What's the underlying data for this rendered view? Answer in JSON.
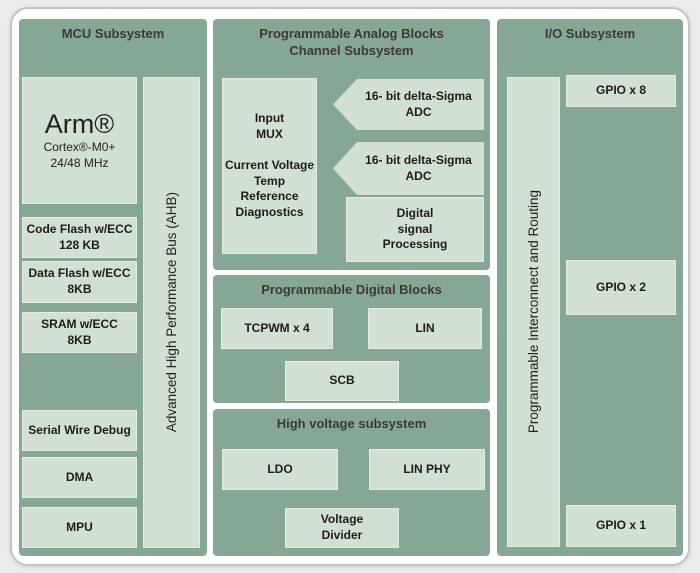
{
  "colors": {
    "page_bg": "#ebebeb",
    "frame_bg": "#ffffff",
    "frame_border": "#c4c4c4",
    "panel_bg": "#86a795",
    "block_bg": "#d2dfd3",
    "block_border": "#e4ece4",
    "label_text": "#1c1c1c",
    "title_text": "#3a3a3a"
  },
  "mcu": {
    "title": "MCU Subsystem",
    "cpu": {
      "name": "Arm®",
      "core": "Cortex®-M0+",
      "clock": "24/48 MHz"
    },
    "blocks": [
      {
        "label": "Code Flash w/ECC\n128 KB"
      },
      {
        "label": "Data Flash w/ECC\n8KB"
      },
      {
        "label": "SRAM w/ECC\n8KB"
      },
      {
        "label": "Serial Wire Debug"
      },
      {
        "label": "DMA"
      },
      {
        "label": "MPU"
      }
    ],
    "bus_label": "Advanced High Performance Bus (AHB)"
  },
  "analog": {
    "title": "Programmable Analog Blocks\nChannel Subsystem",
    "input_mux_label": "Input\nMUX\n\nCurrent Voltage\nTemp\nReference\nDiagnostics",
    "adc1_label": "16- bit delta-Sigma\nADC",
    "adc2_label": "16- bit delta-Sigma\nADC",
    "dsp_label": "Digital\nsignal\nProcessing"
  },
  "digital": {
    "title": "Programmable Digital Blocks",
    "blocks": [
      {
        "label": "TCPWM x 4"
      },
      {
        "label": "LIN"
      },
      {
        "label": "SCB"
      }
    ]
  },
  "high_voltage": {
    "title": "High voltage subsystem",
    "blocks": [
      {
        "label": "LDO"
      },
      {
        "label": "LIN PHY"
      },
      {
        "label": "Voltage\nDivider"
      }
    ]
  },
  "io": {
    "title": "I/O Subsystem",
    "routing_label": "Programmable Interconnect and Routing",
    "gpio": [
      {
        "label": "GPIO x 8"
      },
      {
        "label": "GPIO x 2"
      },
      {
        "label": "GPIO x 1"
      }
    ]
  }
}
